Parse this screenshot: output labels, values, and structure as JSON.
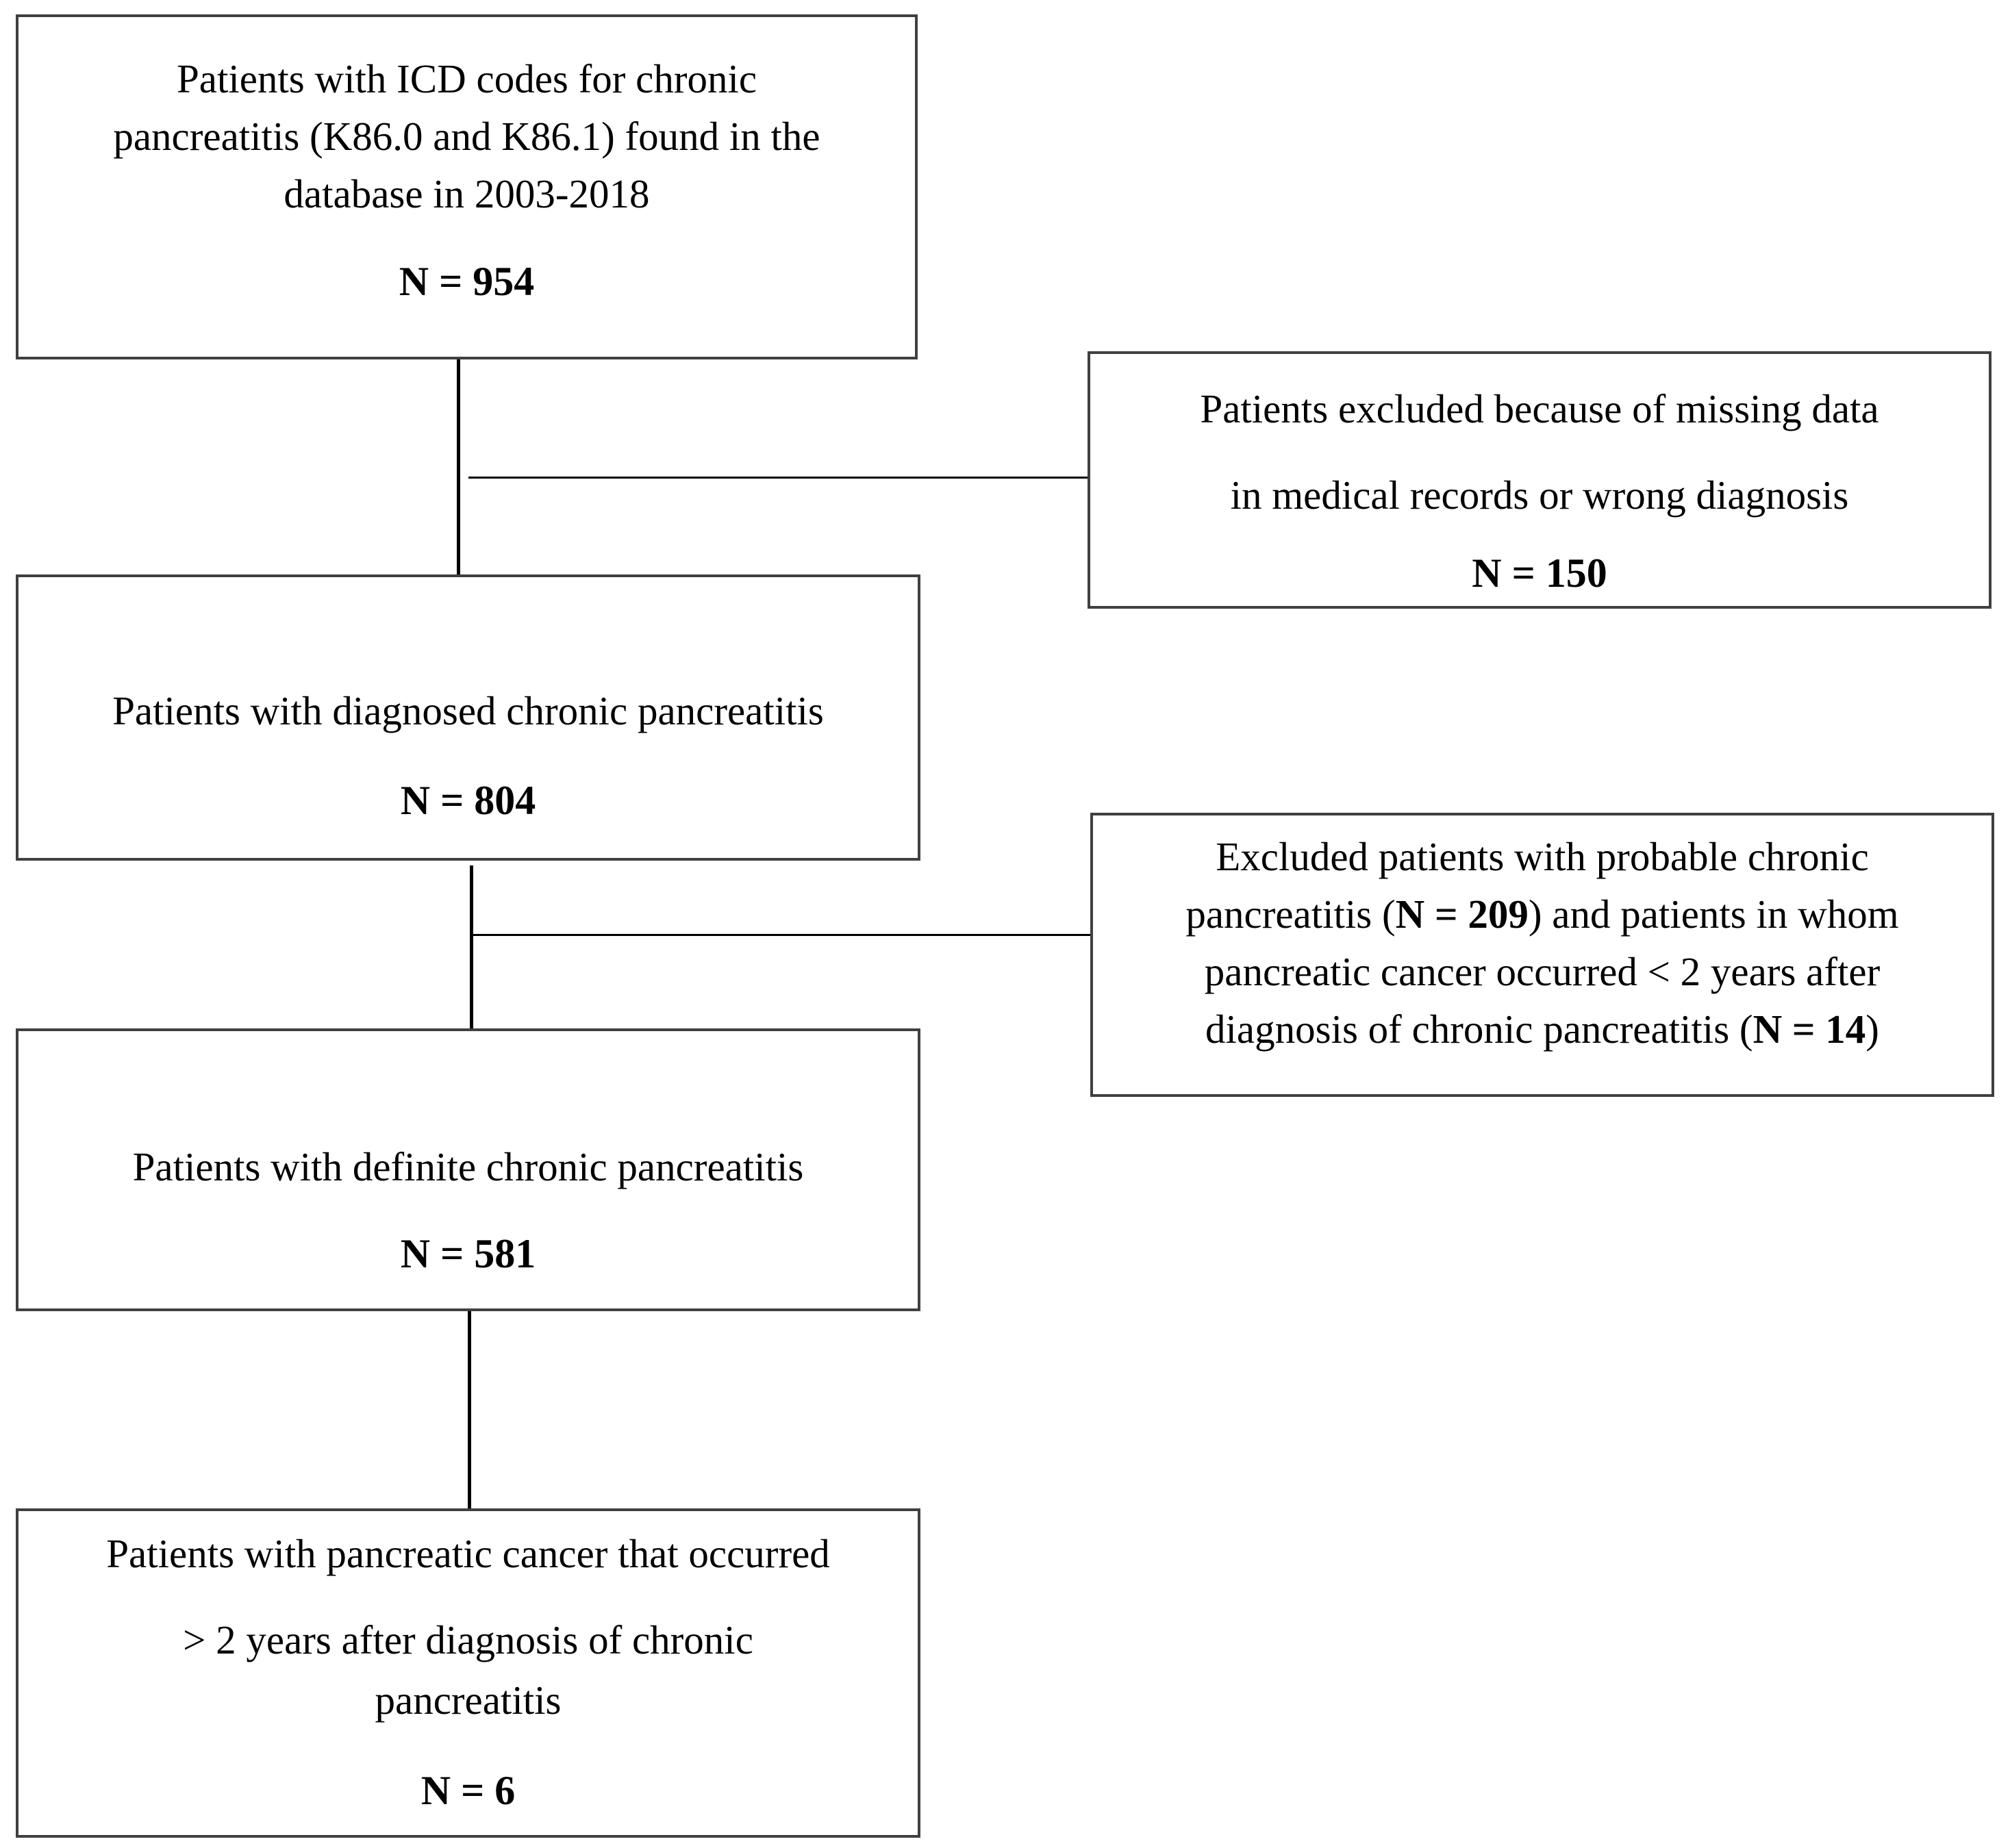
{
  "box1": {
    "lines": [
      "Patients with ICD codes for chronic",
      "pancreatitis (K86.0 and K86.1) found in the",
      "database in 2003-2018"
    ],
    "n": "N = 954"
  },
  "excl1": {
    "lines": [
      "Patients excluded because of missing data",
      "in medical records or wrong diagnosis"
    ],
    "n": "N = 150"
  },
  "box2": {
    "lines": [
      "Patients with diagnosed chronic pancreatitis"
    ],
    "n": "N = 804"
  },
  "excl2": {
    "line1": "Excluded patients with probable chronic",
    "line2_pre": "pancreatitis (",
    "line2_n": "N = 209",
    "line2_post": ") and patients in whom",
    "line3": "pancreatic cancer occurred < 2 years after",
    "line4_pre": "diagnosis of chronic pancreatitis (",
    "line4_n": "N = 14",
    "line4_post": ")"
  },
  "box3": {
    "lines": [
      "Patients with definite chronic pancreatitis"
    ],
    "n": "N = 581"
  },
  "box4": {
    "lines": [
      "Patients with pancreatic cancer that occurred",
      "> 2 years after diagnosis of chronic",
      "pancreatitis"
    ],
    "n": "N = 6"
  }
}
